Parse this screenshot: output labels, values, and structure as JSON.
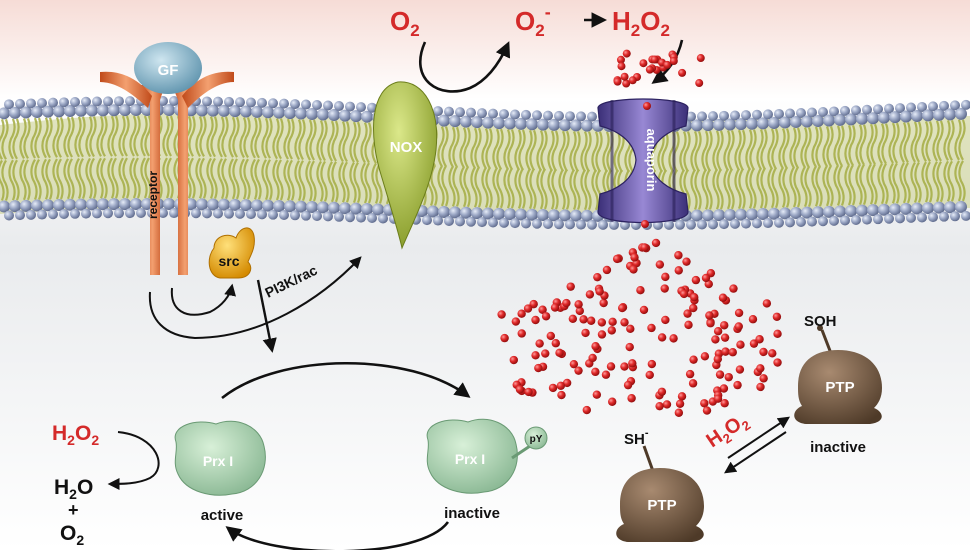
{
  "extracellular": {
    "o2": "O",
    "o2_sub": "2",
    "superoxide": "O",
    "superoxide_sub": "2",
    "superoxide_sup": "-",
    "h2o2_h": "H",
    "h2o2_sub1": "2",
    "h2o2_o": "O",
    "h2o2_sub2": "2"
  },
  "membrane_proteins": {
    "gf": "GF",
    "receptor": "receptor",
    "nox": "NOX",
    "aquaporin": "aquaporin"
  },
  "signaling": {
    "src": "src",
    "pi3k_rac": "PI3K/rac"
  },
  "prx": {
    "active_label": "Prx I",
    "active_state": "active",
    "inactive_label": "Prx I",
    "inactive_state": "inactive",
    "phospho_tag": "pY",
    "h2o2_h": "H",
    "h2o2_sub1": "2",
    "h2o2_o": "O",
    "h2o2_sub2": "2",
    "water_h": "H",
    "water_sub": "2",
    "water_o": "O",
    "plus": "+",
    "oxygen": "O",
    "oxygen_sub": "2"
  },
  "ptp": {
    "reduced_group": "SH",
    "reduced_sup": "-",
    "reduced_label": "PTP",
    "oxidized_group": "SOH",
    "oxidized_label": "PTP",
    "oxidized_state": "inactive",
    "h2o2_h": "H",
    "h2o2_sub1": "2",
    "h2o2_o": "O",
    "h2o2_sub2": "2"
  },
  "colors": {
    "h2o2_red": "#d42a2a",
    "receptor_orange": "#e0783a",
    "gf_blue": "#7fb0c8",
    "nox_green": "#a8bd3a",
    "aquaporin_purple": "#5a4a9a",
    "src_yellow": "#f0b020",
    "prx_green": "#a8d4a8",
    "ptp_brown": "#7a5e46",
    "lipid_head": "#8e9ab8",
    "lipid_tail": "#b8c060"
  }
}
